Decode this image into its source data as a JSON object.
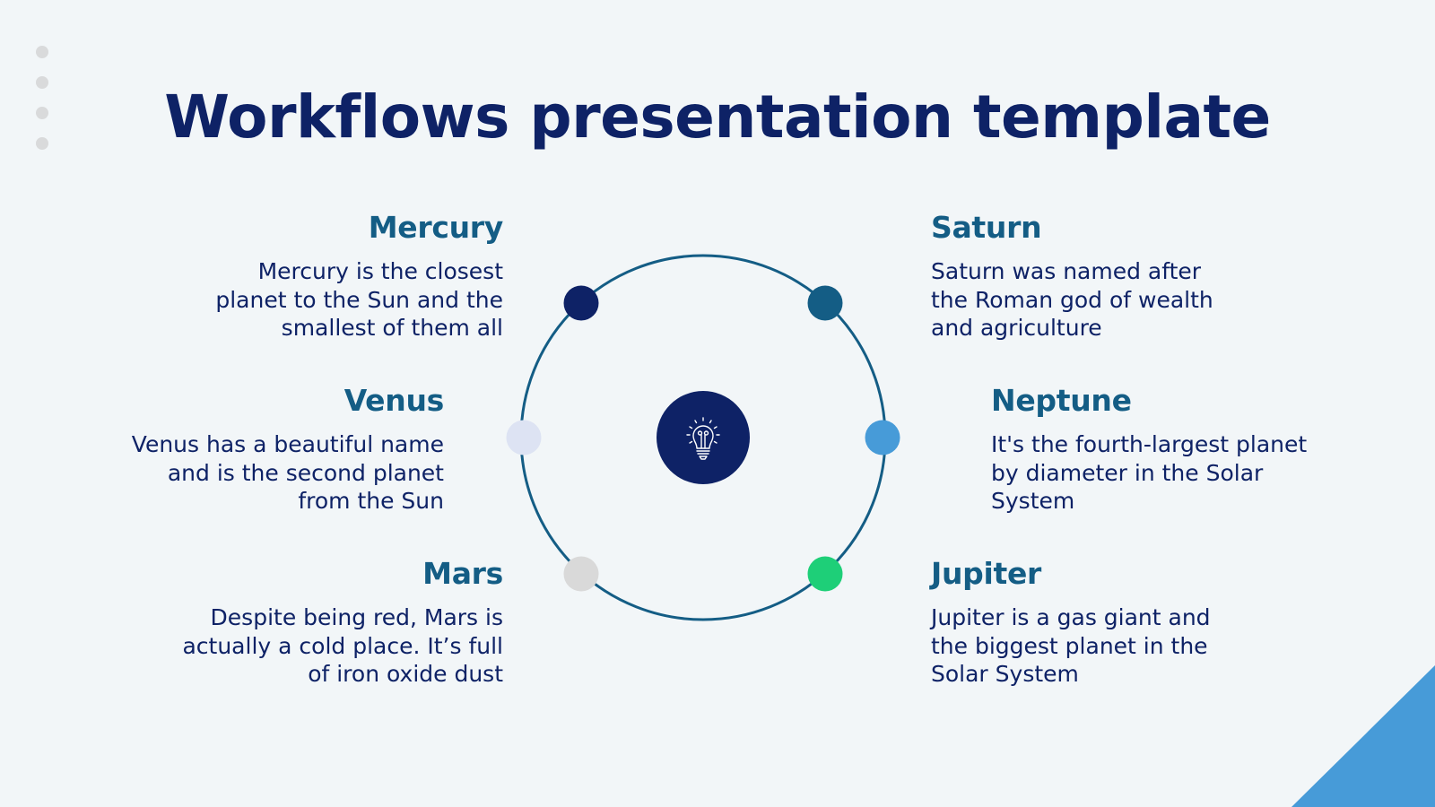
{
  "slide": {
    "title": "Workflows presentation template",
    "decoration": {
      "dots_count": 4,
      "dot_color": "#d9dadb",
      "corner_triangle_color": "#479bd8",
      "background": "#f2f6f8"
    }
  },
  "diagram": {
    "center_icon": "lightbulb-icon",
    "center_color": "#0e2266",
    "ring_color": "#145d85",
    "items": [
      {
        "name": "Mercury",
        "description": "Mercury is the closest planet to the Sun and the smallest of them all",
        "node_color": "#0e2266",
        "side": "left"
      },
      {
        "name": "Venus",
        "description": "Venus has a beautiful name and is the second planet from the Sun",
        "node_color": "#dde3f3",
        "side": "left"
      },
      {
        "name": "Mars",
        "description": "Despite being red, Mars is actually a cold place. It’s full of iron oxide dust",
        "node_color": "#d9d9d9",
        "side": "left"
      },
      {
        "name": "Saturn",
        "description": "Saturn was named after the Roman god of wealth and agriculture",
        "node_color": "#145d85",
        "side": "right"
      },
      {
        "name": "Neptune",
        "description": "It's the fourth-largest planet by diameter in the Solar System",
        "node_color": "#479bd8",
        "side": "right"
      },
      {
        "name": "Jupiter",
        "description": "Jupiter is a gas giant and the biggest planet in the Solar System",
        "node_color": "#1ecf78",
        "side": "right"
      }
    ]
  }
}
